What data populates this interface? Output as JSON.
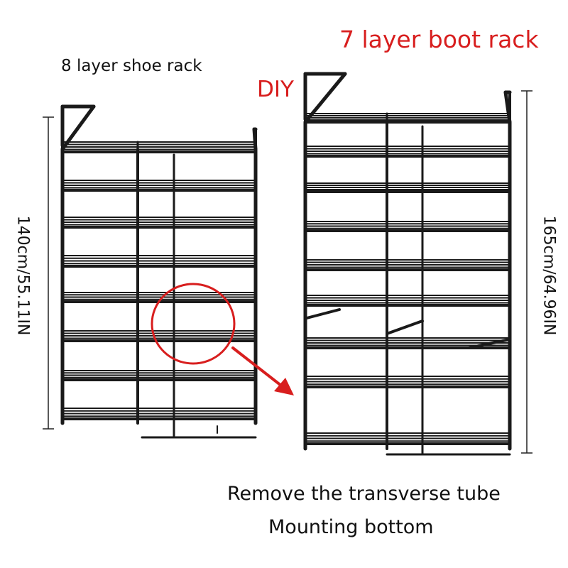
{
  "labels": {
    "left_title": "8 layer shoe rack",
    "right_title": "7 layer boot rack",
    "diy": "DIY",
    "note_line1": "Remove the transverse tube",
    "note_line2": "Mounting bottom"
  },
  "dimensions": {
    "left_height": "140cm/55.11IN",
    "right_height": "165cm/64.96IN"
  },
  "colors": {
    "frame": "#1a1a1a",
    "accent": "#d81e1e"
  }
}
